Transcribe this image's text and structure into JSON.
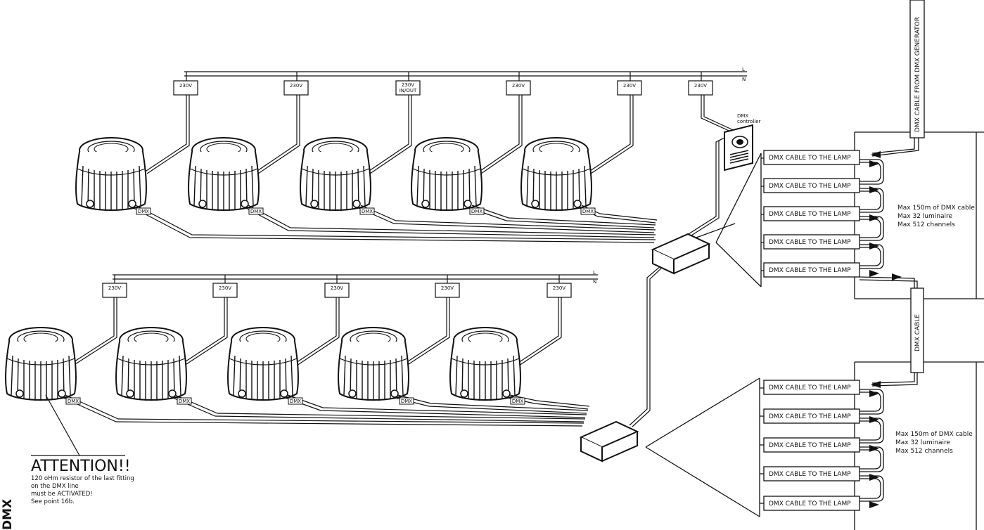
{
  "colors": {
    "stroke": "#111111",
    "background": "#ffffff"
  },
  "power_label": "230V",
  "power_inout_label": [
    "230V",
    "IN/OUT"
  ],
  "power_line_labels": [
    "L",
    "N"
  ],
  "dmx_tag": "DMX",
  "dmx_controller_label": [
    "DMX",
    "controller"
  ],
  "dmx_cable_to_lamp": "DMX CABLE TO THE LAMP",
  "dmx_cable_from_generator": "DMX CABLE FROM DMX GENERATOR",
  "dmx_cable": "DMX CABLE",
  "limits": [
    "Max 150m of DMX cable",
    "Max 32 luminaire",
    "Max 512 channels"
  ],
  "attention": {
    "title": "ATTENTION!!",
    "lines": [
      "120 oHm resistor of the last fitting",
      "on the DMX line",
      "must be ACTIVATED!",
      "See point 16b."
    ]
  },
  "edge_text": "DMX"
}
